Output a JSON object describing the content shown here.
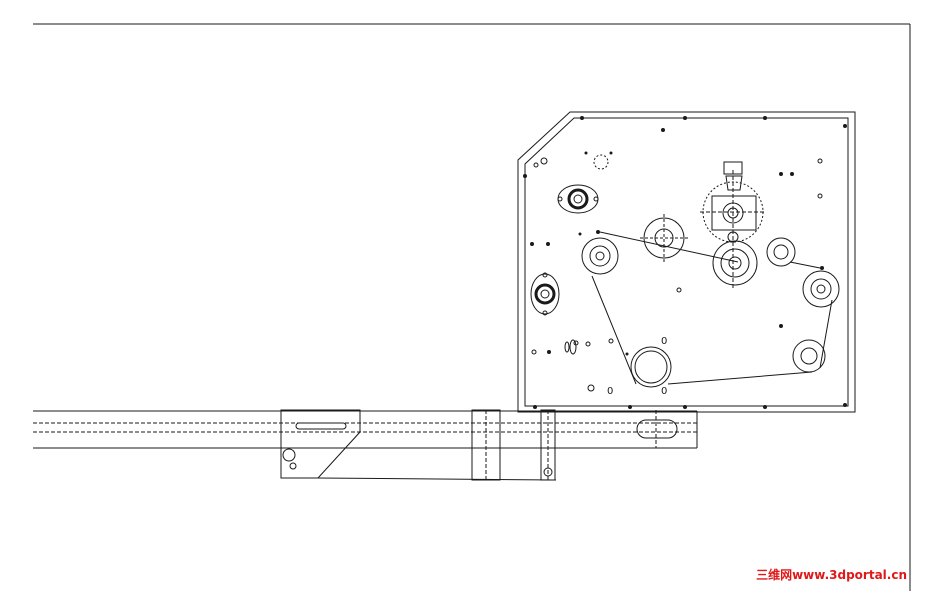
{
  "watermark": {
    "text_cn": "三维网",
    "text_url": "www.3dportal.cn",
    "color": "#e01818"
  },
  "drawing": {
    "line_color": "#1a1a1a",
    "slot_labels": [
      "0",
      "0",
      "0"
    ]
  }
}
